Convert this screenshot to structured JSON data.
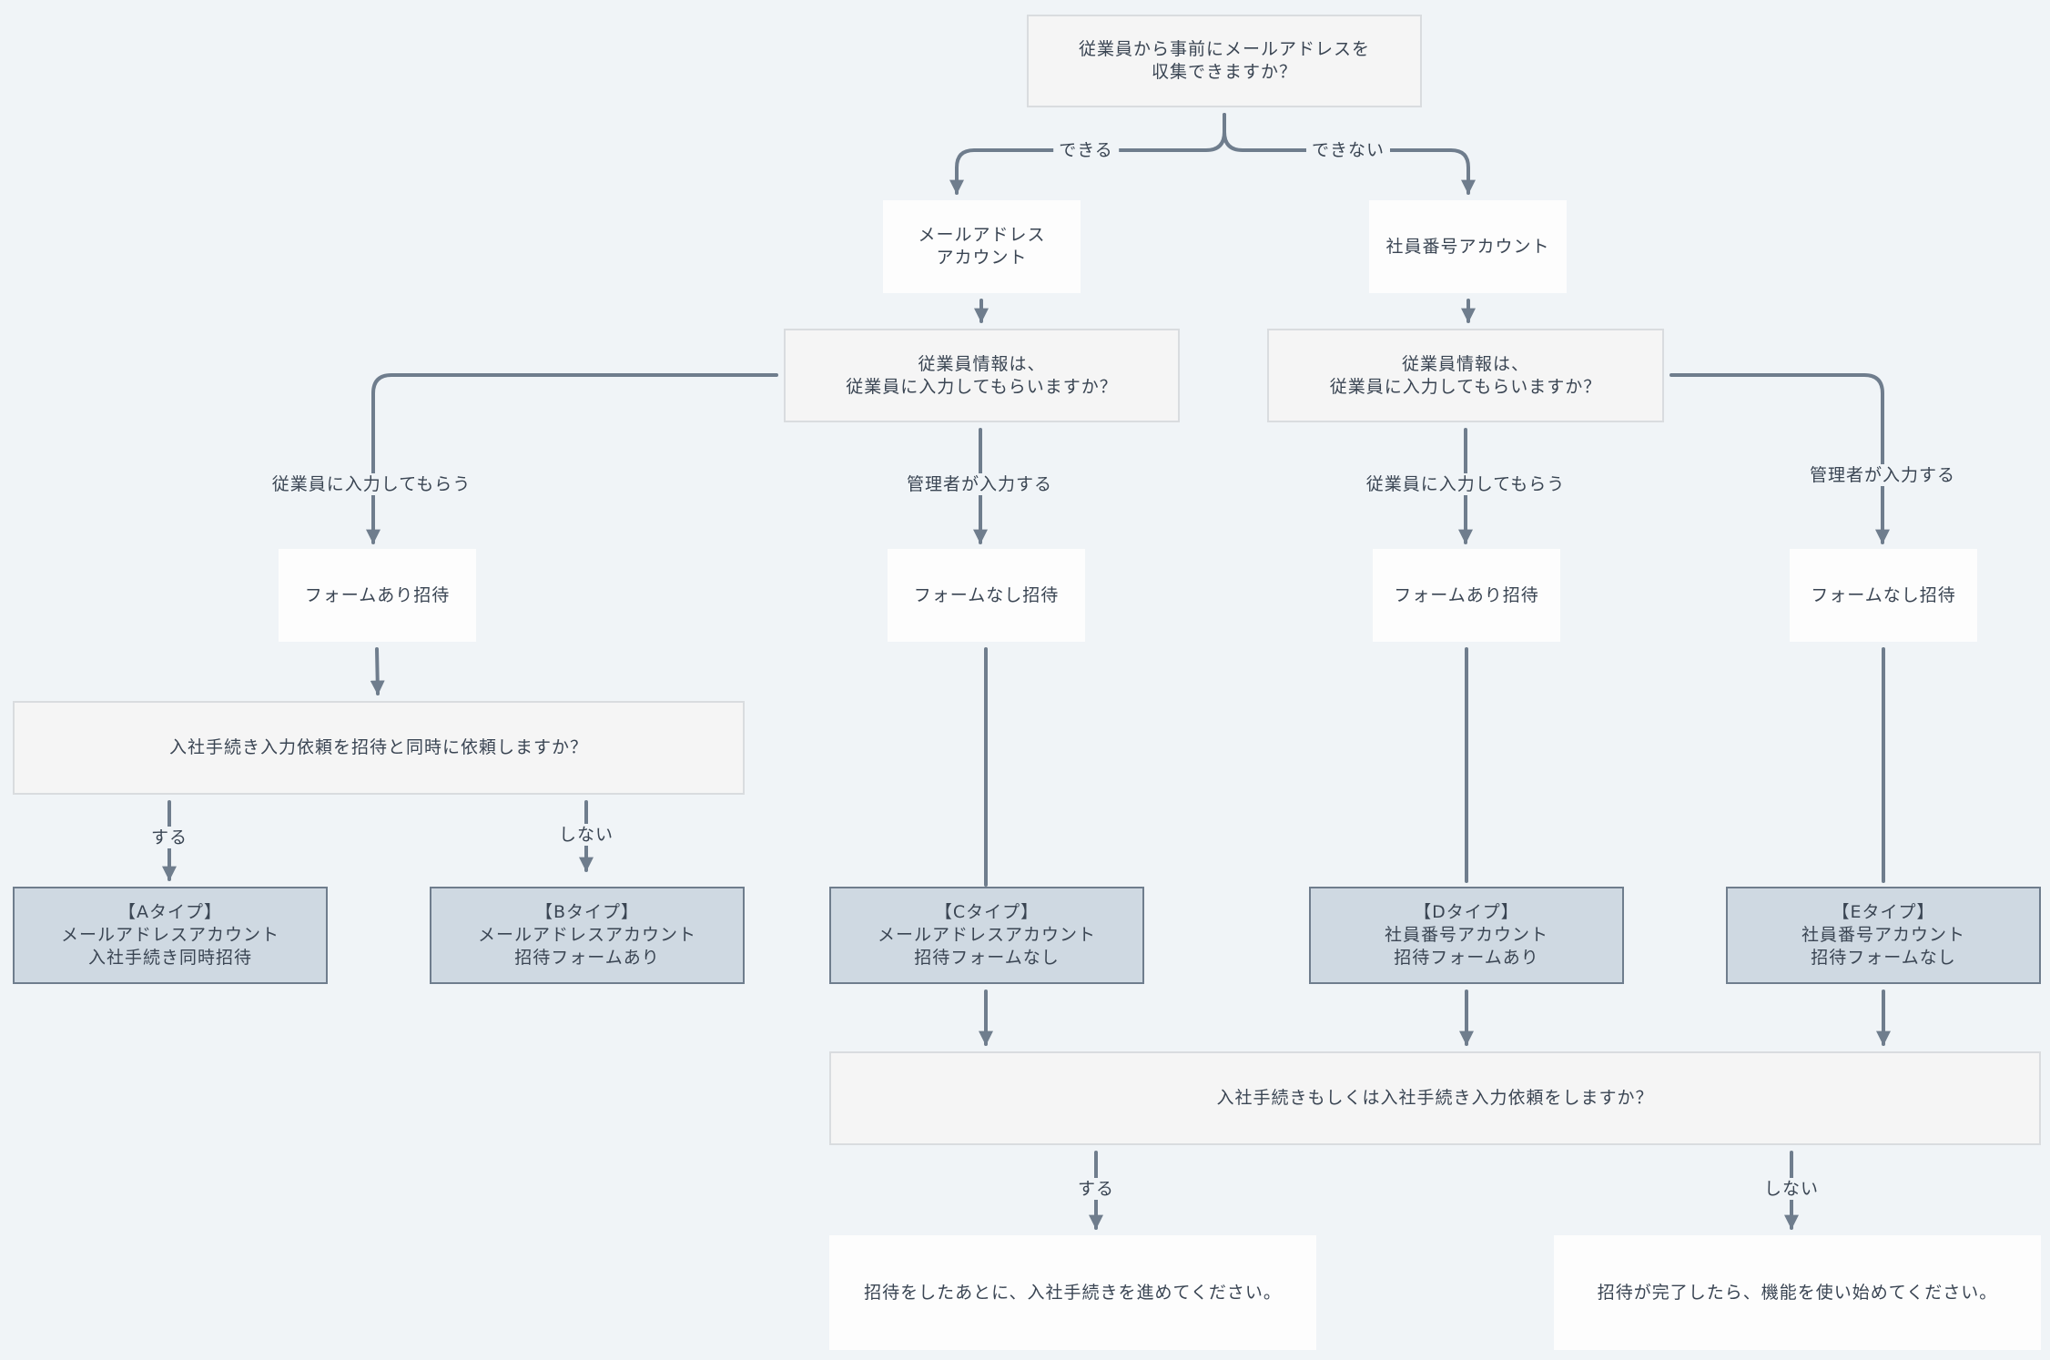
{
  "nodes": {
    "q_email": [
      "従業員から事前にメールアドレスを",
      "収集できますか？"
    ],
    "email_account": [
      "メールアドレス",
      "アカウント"
    ],
    "emp_account": [
      "社員番号アカウント"
    ],
    "q_input_left": [
      "従業員情報は、",
      "従業員に入力してもらいますか？"
    ],
    "q_input_right": [
      "従業員情報は、",
      "従業員に入力してもらいますか？"
    ],
    "form_yes_1": [
      "フォームあり招待"
    ],
    "form_no_1": [
      "フォームなし招待"
    ],
    "form_yes_2": [
      "フォームあり招待"
    ],
    "form_no_2": [
      "フォームなし招待"
    ],
    "q_simultaneous": [
      "入社手続き入力依頼を招待と同時に依頼しますか？"
    ],
    "type_a": [
      "【Aタイプ】",
      "メールアドレスアカウント",
      "入社手続き同時招待"
    ],
    "type_b": [
      "【Bタイプ】",
      "メールアドレスアカウント",
      "招待フォームあり"
    ],
    "type_c": [
      "【Cタイプ】",
      "メールアドレスアカウント",
      "招待フォームなし"
    ],
    "type_d": [
      "【Dタイプ】",
      "社員番号アカウント",
      "招待フォームあり"
    ],
    "type_e": [
      "【Eタイプ】",
      "社員番号アカウント",
      "招待フォームなし"
    ],
    "q_procedure": [
      "入社手続きもしくは入社手続き入力依頼をしますか？"
    ],
    "end_yes": [
      "招待をしたあとに、入社手続きを進めてください。"
    ],
    "end_no": [
      "招待が完了したら、機能を使い始めてください。"
    ]
  },
  "labels": {
    "can": "できる",
    "cannot": "できない",
    "emp_input_left": "従業員に入力してもらう",
    "admin_input_left": "管理者が入力する",
    "emp_input_right": "従業員に入力してもらう",
    "admin_input_right": "管理者が入力する",
    "do_a": "する",
    "dont_b": "しない",
    "do_end": "する",
    "dont_end": "しない"
  },
  "colors": {
    "background": "#f0f4f7",
    "connector": "#6f7d8d",
    "question_fill": "#f5f5f5",
    "type_fill": "#cfd9e2"
  }
}
